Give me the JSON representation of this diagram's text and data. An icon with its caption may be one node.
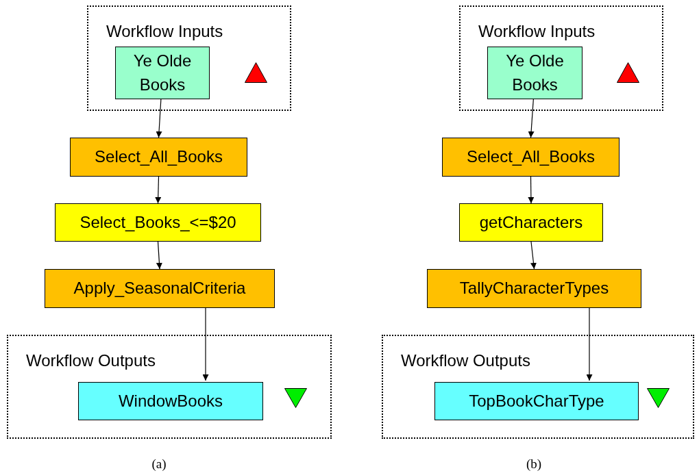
{
  "diagram": {
    "nodes": [
      {
        "text": [
          "Workflow Inputs"
        ]
      },
      {
        "text": [
          "Ye Olde Books"
        ],
        "in": 0
      },
      {
        "text": [
          "Select_All_Books"
        ]
      },
      {
        "text": [
          "Select_Books_<=$20"
        ]
      },
      {
        "text": [
          "Apply_SeasonalCriteria"
        ]
      },
      {
        "text": [
          "Workflow Outputs"
        ]
      },
      {
        "text": [
          "WindowBooks"
        ],
        "in": 5
      },
      {
        "text": [
          "Workflow Inputs"
        ]
      },
      {
        "text": [
          "Ye Olde Books"
        ],
        "in": 7
      },
      {
        "text": [
          "Select_All_Books"
        ]
      },
      {
        "text": [
          "getCharacters"
        ]
      },
      {
        "text": [
          "TallyCharacterTypes"
        ]
      },
      {
        "text": [
          "Workflow Outputs"
        ]
      },
      {
        "text": [
          "TopBookCharType"
        ],
        "in": 12
      }
    ],
    "edges": [
      {
        "from": 1,
        "to": 2,
        "arrow": "to"
      },
      {
        "from": 2,
        "to": 3,
        "arrow": "to"
      },
      {
        "from": 3,
        "to": 4,
        "arrow": "to"
      },
      {
        "from": 4,
        "to": 6,
        "arrow": "to"
      },
      {
        "from": 8,
        "to": 9,
        "arrow": "to"
      },
      {
        "from": 9,
        "to": 10,
        "arrow": "to"
      },
      {
        "from": 10,
        "to": 11,
        "arrow": "to"
      },
      {
        "from": 11,
        "to": 13,
        "arrow": "to"
      }
    ],
    "labels": [
      "(a)",
      "(b)"
    ]
  }
}
